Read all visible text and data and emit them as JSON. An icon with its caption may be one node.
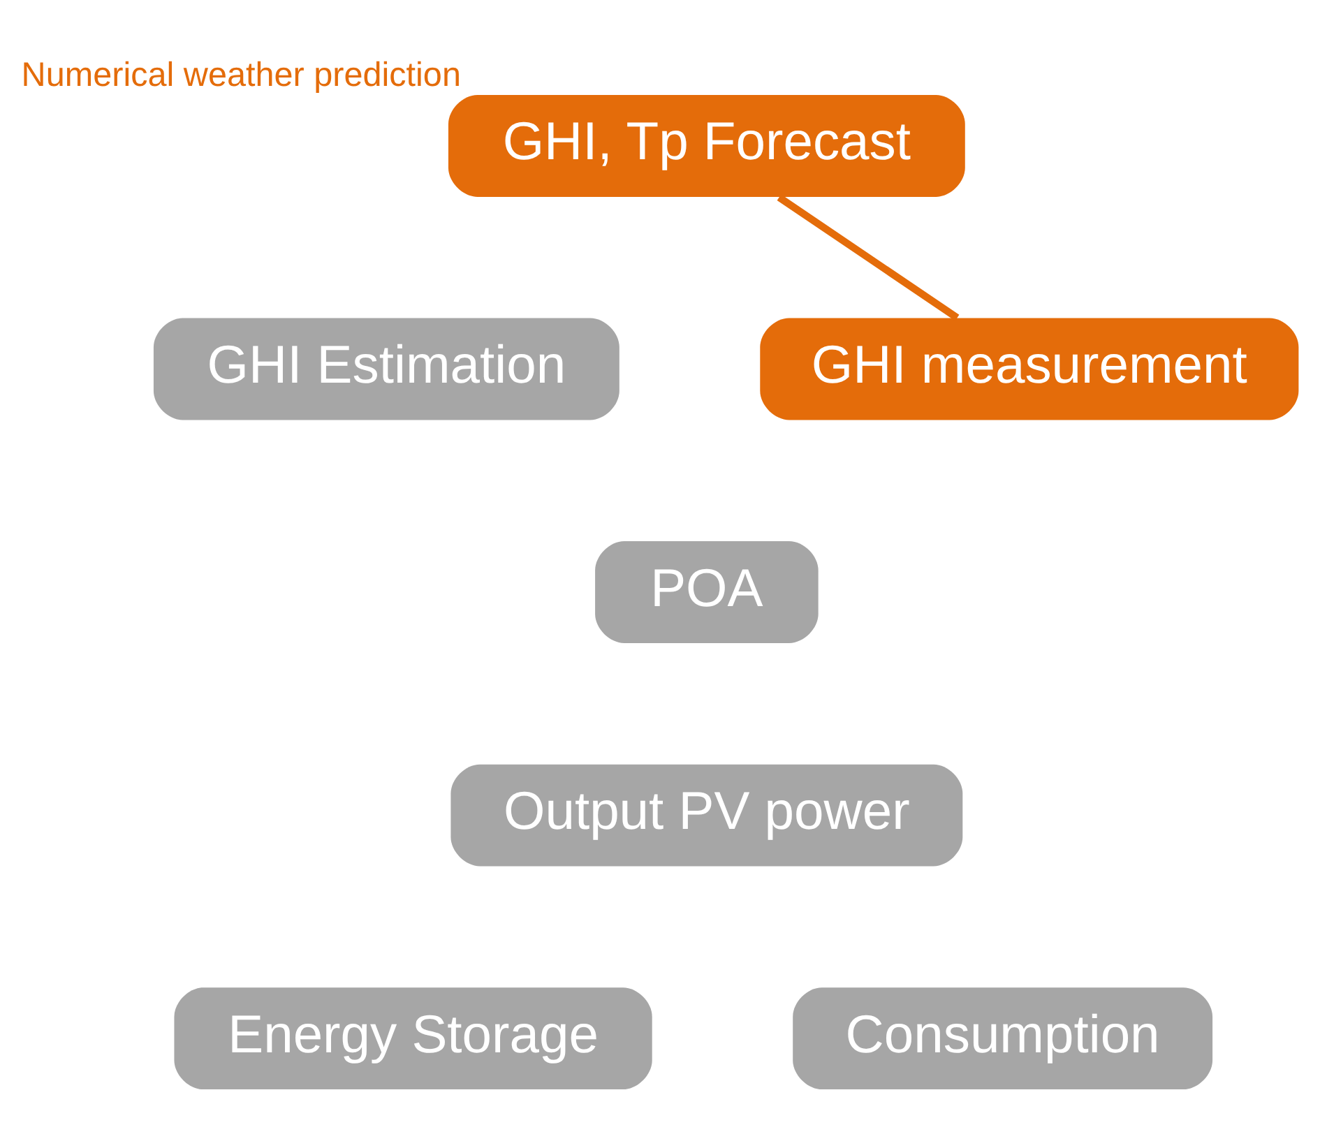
{
  "diagram": {
    "nodes": [
      {
        "text": [
          "GHI, Tp Forecast"
        ],
        "beside": [
          "Numerical weather prediction"
        ]
      },
      {
        "text": [
          "GHI Estimation"
        ]
      },
      {
        "text": [
          "GHI measurement"
        ]
      },
      {
        "text": [
          "POA"
        ]
      },
      {
        "text": [
          "Output PV power"
        ]
      },
      {
        "text": [
          "Energy Storage"
        ]
      },
      {
        "text": [
          "Consumption"
        ]
      }
    ],
    "edges": [
      {
        "from": 0,
        "to": 2,
        "arrow": "none",
        "color": "#e46c0a"
      }
    ]
  }
}
